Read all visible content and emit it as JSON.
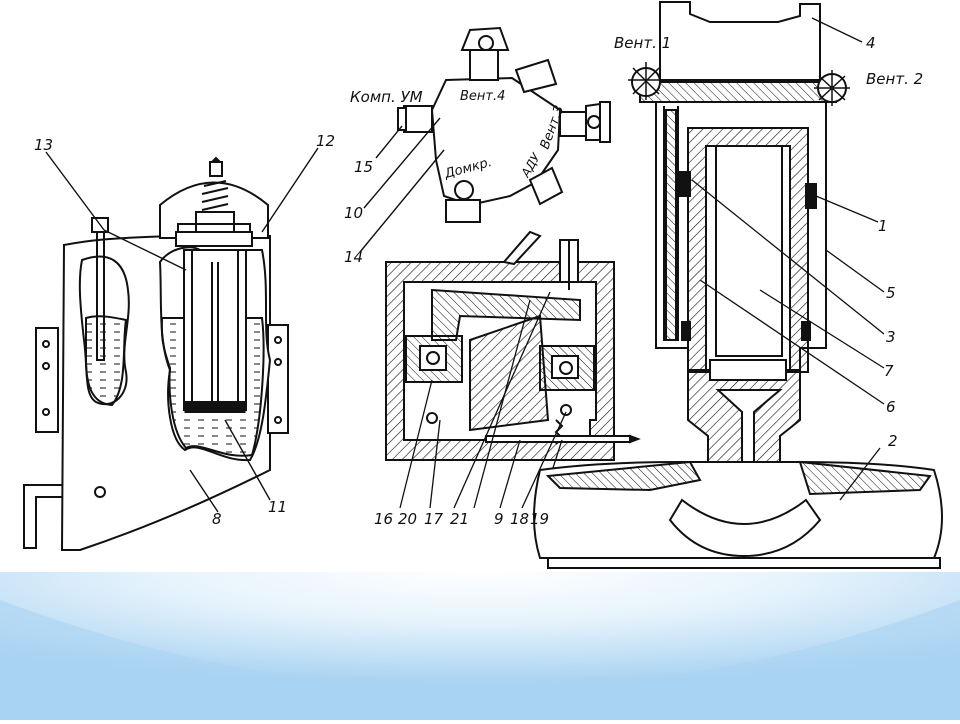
{
  "colors": {
    "background": "#ffffff",
    "ink": "#111111",
    "footer_band": "#a9d3f2",
    "footer_highlight": "#ffffff"
  },
  "figure": {
    "labels": {
      "vent1": "Вент. 1",
      "vent2": "Вент. 2",
      "komp_um": "Комп. УМ",
      "vent4": "Вент.4",
      "vent3": "Вент.3",
      "domkr": "Домкр.",
      "adu": "АДУ"
    },
    "callouts": [
      "1",
      "2",
      "3",
      "4",
      "5",
      "6",
      "7",
      "8",
      "9",
      "10",
      "11",
      "12",
      "13",
      "14",
      "15",
      "16",
      "17",
      "18",
      "19",
      "20",
      "21"
    ]
  }
}
